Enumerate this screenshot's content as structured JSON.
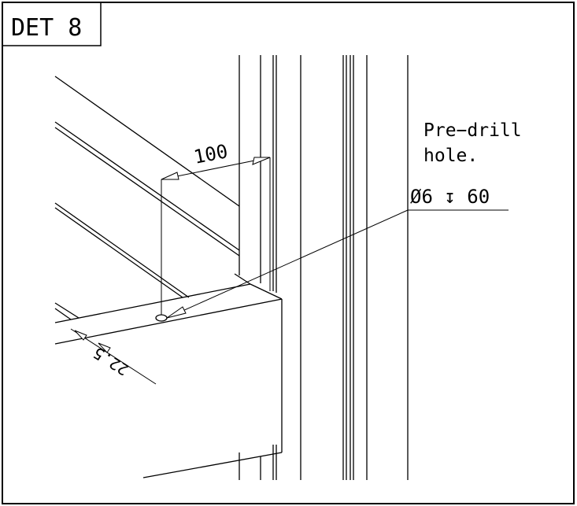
{
  "detail": {
    "title": "DET 8"
  },
  "annotation": {
    "line1": "Pre−drill",
    "line2": "hole.",
    "callout": "Ø6 ↧ 60"
  },
  "dimensions": {
    "top": "100",
    "bottom": "22.5"
  }
}
